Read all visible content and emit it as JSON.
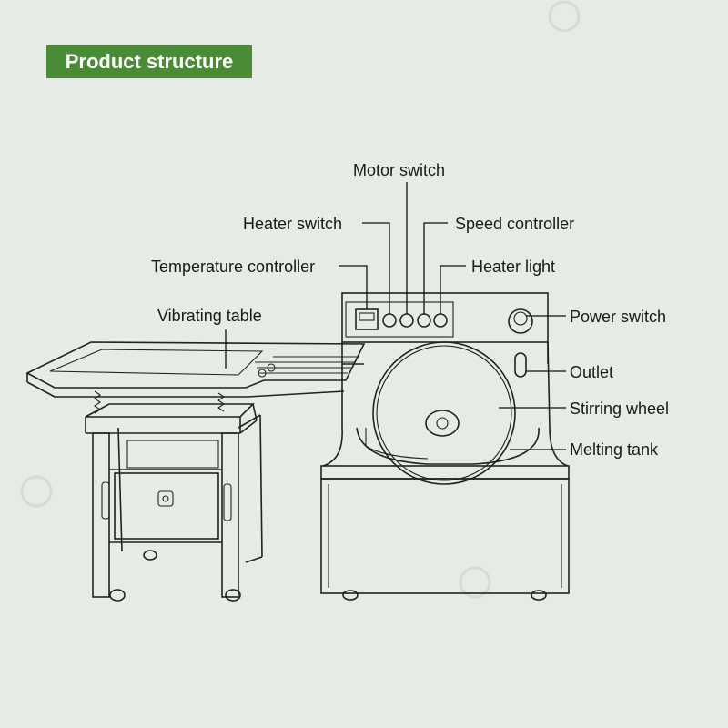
{
  "title": "Product structure",
  "labels": {
    "motor_switch": "Motor switch",
    "heater_switch": "Heater switch",
    "speed_controller": "Speed controller",
    "temperature_controller": "Temperature controller",
    "heater_light": "Heater light",
    "vibrating_table": "Vibrating table",
    "power_switch": "Power switch",
    "outlet": "Outlet",
    "stirring_wheel": "Stirring wheel",
    "melting_tank": "Melting tank"
  },
  "colors": {
    "title_bg": "#4a8c36",
    "background": "#e6ebe5"
  },
  "icons": [
    "brand-logo-watermark"
  ]
}
